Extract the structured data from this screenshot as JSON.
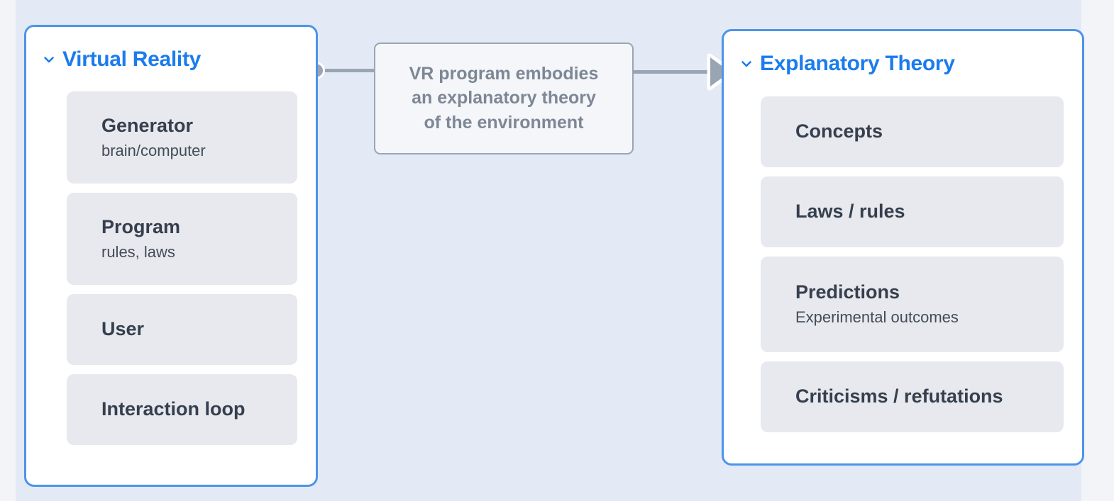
{
  "canvas": {
    "background_color": "#e3eaf6",
    "gutter_color": "#f3f4f7"
  },
  "theme": {
    "node_border_color": "#4d94e8",
    "node_title_color": "#1a7ced",
    "item_card_bg": "#e7e9ee",
    "item_title_color": "#363f4d",
    "item_sub_color": "#434c59",
    "edge_color": "#9aa5b4",
    "edge_label_bg": "#f4f6f9",
    "edge_label_text_color": "#7d8795"
  },
  "nodes": [
    {
      "id": "virtual-reality",
      "title": "Virtual Reality",
      "collapse_icon": "chevron-down-icon",
      "expanded": true,
      "items": [
        {
          "title": "Generator",
          "subtitle": "brain/computer"
        },
        {
          "title": "Program",
          "subtitle": "rules, laws"
        },
        {
          "title": "User",
          "subtitle": ""
        },
        {
          "title": "Interaction loop",
          "subtitle": ""
        }
      ]
    },
    {
      "id": "explanatory-theory",
      "title": "Explanatory Theory",
      "collapse_icon": "chevron-down-icon",
      "expanded": true,
      "items": [
        {
          "title": "Concepts",
          "subtitle": ""
        },
        {
          "title": "Laws / rules",
          "subtitle": ""
        },
        {
          "title": "Predictions",
          "subtitle": "Experimental outcomes"
        },
        {
          "title": "Criticisms / refutations",
          "subtitle": ""
        }
      ]
    }
  ],
  "edge": {
    "source": "virtual-reality",
    "target": "explanatory-theory",
    "source_handle_icon": "source-handle-dot",
    "target_handle_icon": "arrowhead-icon",
    "label_lines": [
      "VR program embodies",
      "an explanatory theory",
      "of the environment"
    ]
  }
}
